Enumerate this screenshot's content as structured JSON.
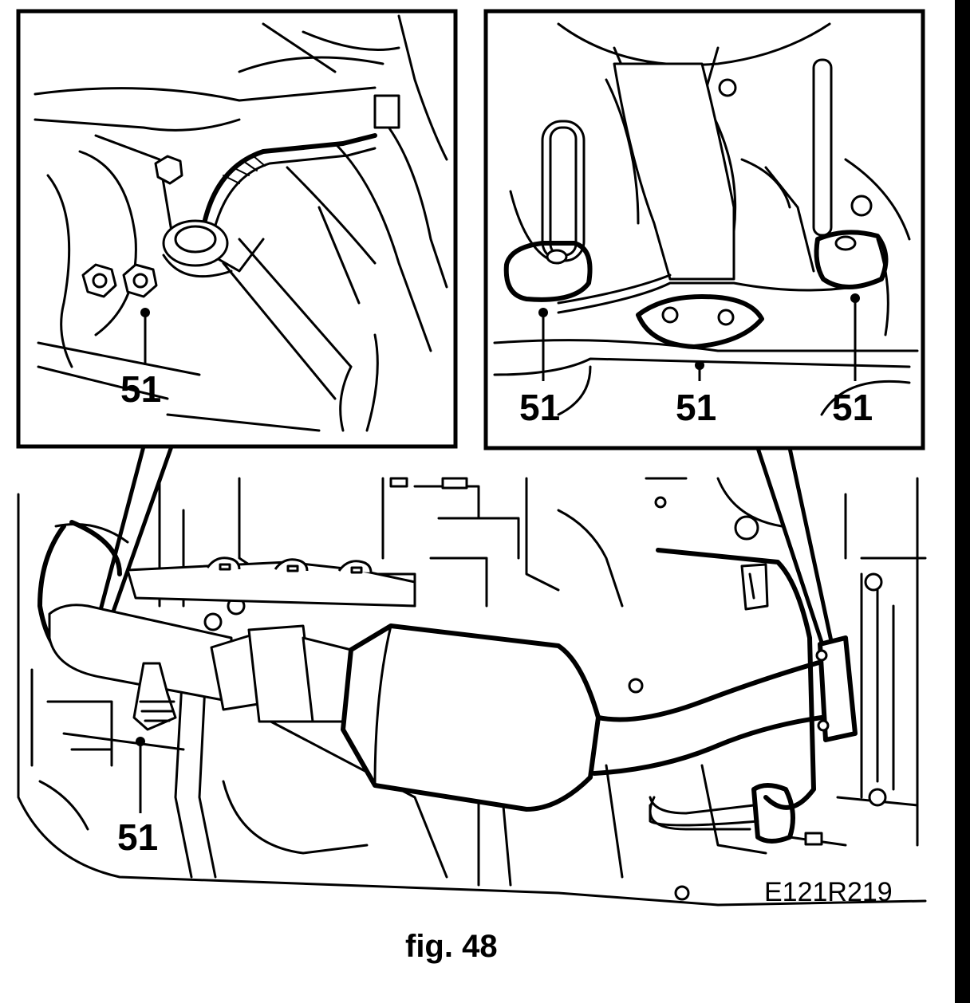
{
  "callouts": {
    "left_inset": "51",
    "right_inset_left": "51",
    "right_inset_center": "51",
    "right_inset_right": "51",
    "main_view": "51"
  },
  "drawing_code": "E121R219",
  "caption": "fig. 48",
  "colors": {
    "ink": "#000000",
    "paper": "#ffffff"
  }
}
